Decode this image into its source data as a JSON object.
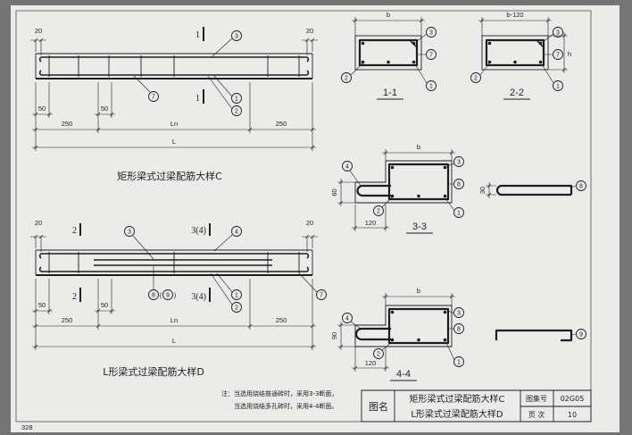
{
  "colors": {
    "paper": "#ebebe9",
    "ink": "#1e1e1e",
    "surround": "#747474"
  },
  "drawing_c": {
    "dim_end_left": "20",
    "dim_end_right": "20",
    "section_mark_top": "1",
    "section_mark_bottom": "1",
    "callout_top": "3",
    "callout_bottom_1": "1",
    "callout_bottom_2": "2",
    "callout_stirrup": "7",
    "dim_50_left": "50",
    "dim_50_right": "50",
    "dim_250_left": "250",
    "dim_ln": "Ln",
    "dim_250_right": "250",
    "dim_l": "L",
    "caption": "矩形梁式过梁配筋大样C"
  },
  "section_1_1": {
    "dim_b": "b",
    "callout_3": "3",
    "callout_7": "7",
    "callout_2": "2",
    "callout_1": "1",
    "label": "1-1"
  },
  "section_2_2": {
    "dim_b": "b-120",
    "dim_h": "h",
    "callout_3": "3",
    "callout_7": "7",
    "callout_2": "2",
    "callout_1": "1",
    "label": "2-2"
  },
  "section_3_3": {
    "dim_b": "b",
    "callout_4": "4",
    "callout_3": "3",
    "callout_8": "8",
    "callout_2": "2",
    "callout_1": "1",
    "dim_60": "60",
    "dim_120": "120",
    "label": "3-3",
    "bar_detail_dim": "30",
    "bar_detail_callout": "8"
  },
  "drawing_d": {
    "dim_end_left": "20",
    "dim_end_right": "20",
    "section_mark_2_top": "2",
    "section_mark_34_top": "3(4)",
    "section_mark_2_bottom": "2",
    "section_mark_34_bottom": "3(4)",
    "callout_3": "3",
    "callout_4": "4",
    "callout_8": "8",
    "paren_open": "(",
    "callout_9": "9",
    "paren_close": ")",
    "callout_1": "1",
    "callout_2": "2",
    "callout_7": "7",
    "dim_50_left": "50",
    "dim_50_right": "50",
    "dim_250_left": "250",
    "dim_ln": "Ln",
    "dim_250_right": "250",
    "dim_l": "L",
    "caption": "L形梁式过梁配筋大样D"
  },
  "section_4_4": {
    "dim_b": "b",
    "callout_4": "4",
    "callout_3": "3",
    "callout_8": "8",
    "callout_2": "2",
    "callout_1": "1",
    "dim_90": "90",
    "dim_120": "120",
    "label": "4-4",
    "bar_detail_callout": "9"
  },
  "notes": {
    "line1": "注：当选用烧结普通砖时，采用3-3断面，",
    "line2": "当选用烧结多孔砖时，采用4-4断面。"
  },
  "title_block": {
    "name_label": "图名",
    "title_line1": "矩形梁式过梁配筋大样C",
    "title_line2": "L形梁式过梁配筋大样D",
    "atlas_label": "图集号",
    "atlas_no": "02G05",
    "page_label": "页 次",
    "page_no": "10"
  },
  "page_number": "328"
}
